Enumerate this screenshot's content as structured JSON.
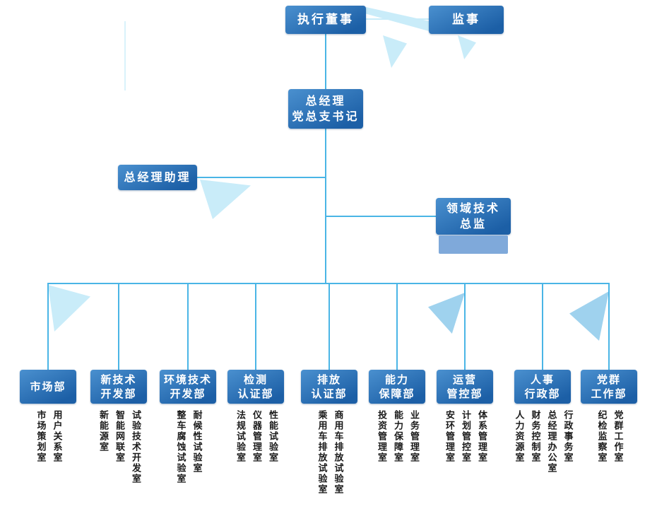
{
  "org_chart": {
    "top_row": {
      "executive_director": "执行董事",
      "supervisor": "监事"
    },
    "general_manager": {
      "line1": "总经理",
      "line2": "党总支书记"
    },
    "gm_assistant": {
      "label": "总经理助理"
    },
    "domain_tech_director": {
      "line1": "领域技术",
      "line2": "总监"
    },
    "departments": [
      {
        "name": "市场部",
        "line1": "市场部",
        "line2": "",
        "offices": [
          "市场策划室",
          "用户关系室"
        ]
      },
      {
        "name": "新技术开发部",
        "line1": "新技术",
        "line2": "开发部",
        "offices": [
          "新能源室",
          "智能网联室",
          "试验技术开发室"
        ]
      },
      {
        "name": "环境技术开发部",
        "line1": "环境技术",
        "line2": "开发部",
        "offices": [
          "整车腐蚀试验室",
          "耐候性试验室"
        ]
      },
      {
        "name": "检测认证部",
        "line1": "检测",
        "line2": "认证部",
        "offices": [
          "法规试验室",
          "仪器管理室",
          "性能试验室"
        ]
      },
      {
        "name": "排放认证部",
        "line1": "排放",
        "line2": "认证部",
        "offices": [
          "乘用车排放试验室",
          "商用车排放试验室"
        ]
      },
      {
        "name": "能力保障部",
        "line1": "能力",
        "line2": "保障部",
        "offices": [
          "投资管理室",
          "能力保障室",
          "业务管理室"
        ]
      },
      {
        "name": "运营管控部",
        "line1": "运营",
        "line2": "管控部",
        "offices": [
          "安环管理室",
          "计划管控室",
          "体系管理室"
        ]
      },
      {
        "name": "人事行政部",
        "line1": "人事",
        "line2": "行政部",
        "offices": [
          "人力资源室",
          "财务控制室",
          "总经理办公室",
          "行政事务室"
        ]
      },
      {
        "name": "党群工作部",
        "line1": "党群",
        "line2": "工作部",
        "offices": [
          "纪检监察室",
          "党群工作室"
        ]
      }
    ]
  },
  "colors": {
    "box_blue_dark": "#1c5fa6",
    "box_blue_light": "#4a90cf",
    "line_blue": "#4ab5e6",
    "decor_blue_pale": "#c9ecf9",
    "decor_blue_medium": "#9fd2ee",
    "shadow_blue": "#7fa9da",
    "office_text": "#1a1a1a"
  }
}
